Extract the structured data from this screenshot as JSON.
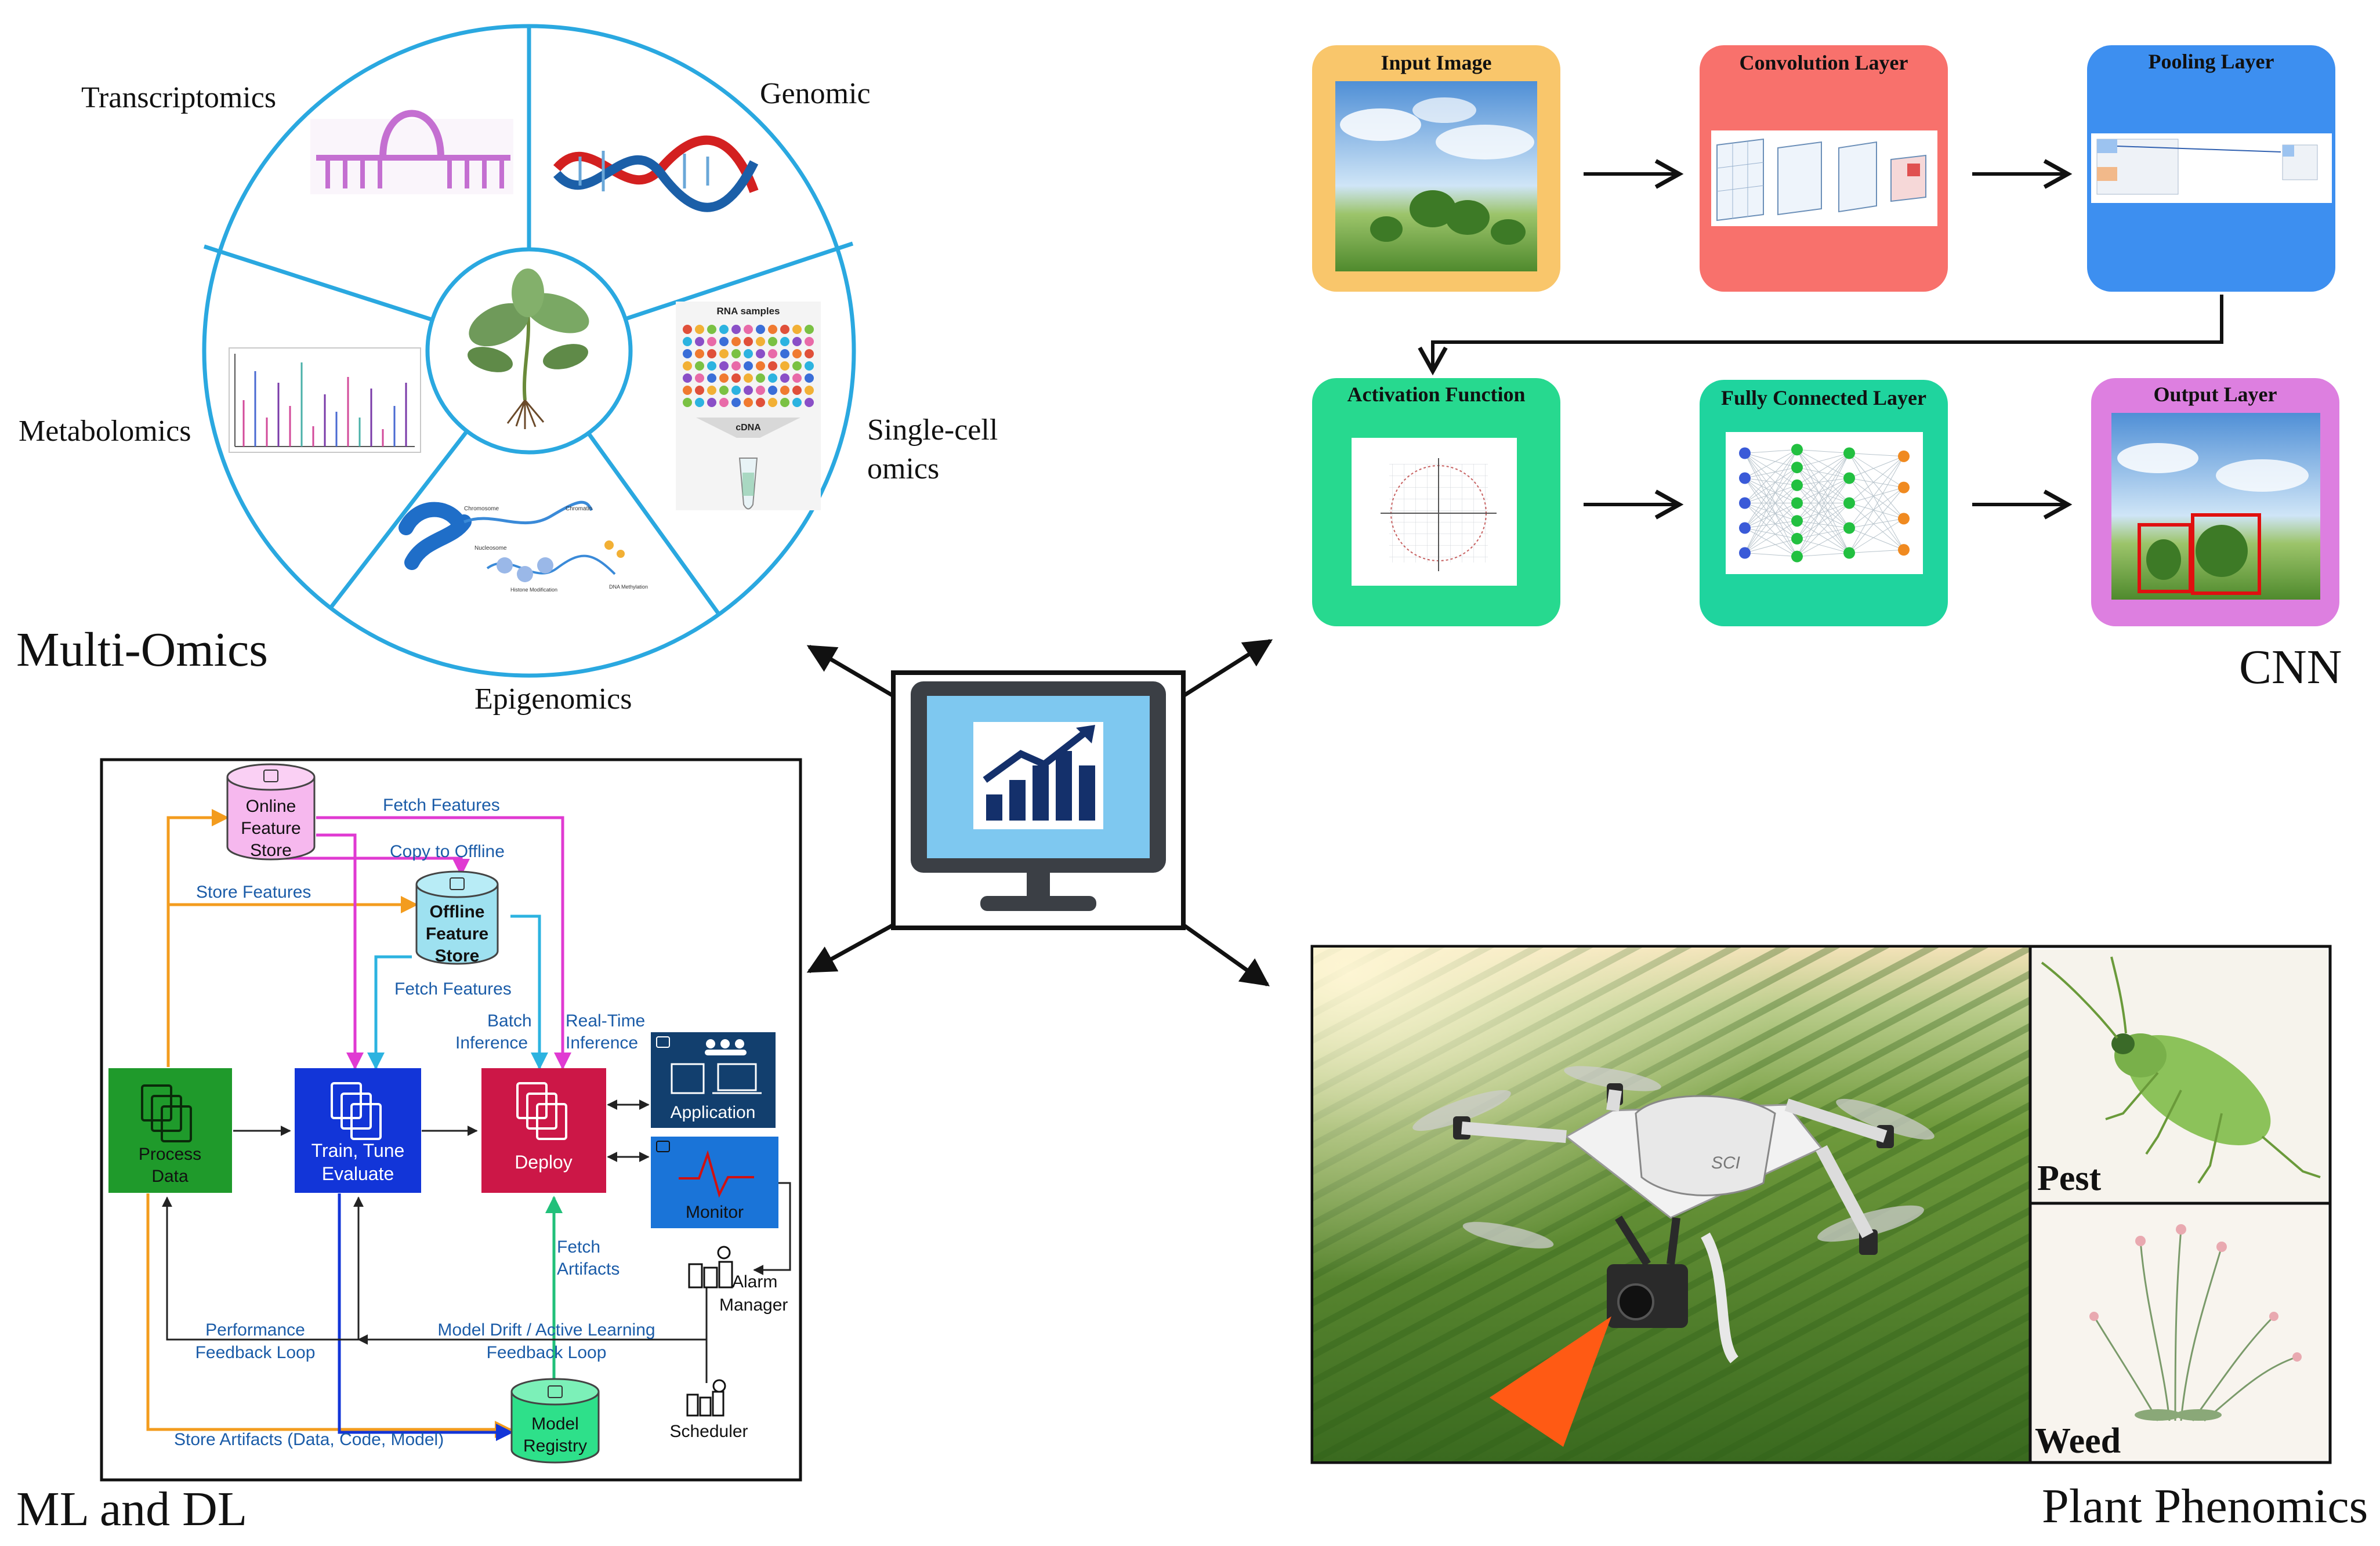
{
  "multi_omics": {
    "title": "Multi-Omics",
    "segments": {
      "transcriptomics": "Transcriptomics",
      "genomic": "Genomic",
      "metabolomics": "Metabolomics",
      "single_cell_1": "Single-cell",
      "single_cell_2": "omics",
      "epigenomics": "Epigenomics"
    },
    "rna_panel": {
      "title": "RNA samples",
      "cdna": "cDNA"
    },
    "epi_panel": {
      "chromosome": "Chromosome",
      "chromatin": "Chromatin",
      "nucleosome": "Nucleosome",
      "histone": "Histone Modification",
      "dna_meth": "DNA Methylation"
    }
  },
  "cnn": {
    "title": "CNN",
    "boxes": {
      "input": "Input Image",
      "conv": "Convolution Layer",
      "pool": "Pooling Layer",
      "act": "Activation Function",
      "fc": "Fully Connected Layer",
      "out": "Output Layer"
    },
    "colors": {
      "input": "#f9c66b",
      "conv": "#f8716c",
      "pool": "#3d8ff0",
      "act": "#27d98f",
      "fc": "#1fd49e",
      "out": "#dd7fe0"
    }
  },
  "ml_dl": {
    "title": "ML and DL",
    "nodes": {
      "online_1": "Online",
      "online_2": "Feature",
      "online_3": "Store",
      "offline_1": "Offline",
      "offline_2": "Feature",
      "offline_3": "Store",
      "process_1": "Process",
      "process_2": "Data",
      "train_1": "Train, Tune",
      "train_2": "Evaluate",
      "deploy": "Deploy",
      "application": "Application",
      "monitor": "Monitor",
      "alarm_1": "Alarm",
      "alarm_2": "Manager",
      "scheduler": "Scheduler",
      "registry_1": "Model",
      "registry_2": "Registry"
    },
    "labels": {
      "fetch_features_top": "Fetch Features",
      "copy_offline": "Copy to Offline",
      "store_features": "Store Features",
      "fetch_features_mid": "Fetch Features",
      "batch_1": "Batch",
      "batch_2": "Inference",
      "rt_1": "Real-Time",
      "rt_2": "Inference",
      "fetch_art_1": "Fetch",
      "fetch_art_2": "Artifacts",
      "perf_1": "Performance",
      "perf_2": "Feedback Loop",
      "drift_1": "Model Drift / Active Learning",
      "drift_2": "Feedback Loop",
      "store_artifacts": "Store Artifacts (Data, Code, Model)"
    },
    "colors": {
      "process": "#1f9a2b",
      "train": "#1235d8",
      "deploy": "#cc1747",
      "application": "#123f6e",
      "monitor": "#1a74d8",
      "registry": "#2ee08a",
      "orange": "#f39c1e",
      "magenta": "#e03ad2",
      "cyan": "#2cb3e0",
      "label_blue": "#1b5ca8"
    }
  },
  "plant_phenomics": {
    "title": "Plant Phenomics",
    "pest": "Pest",
    "weed": "Weed",
    "drone_brand": "SCI"
  }
}
